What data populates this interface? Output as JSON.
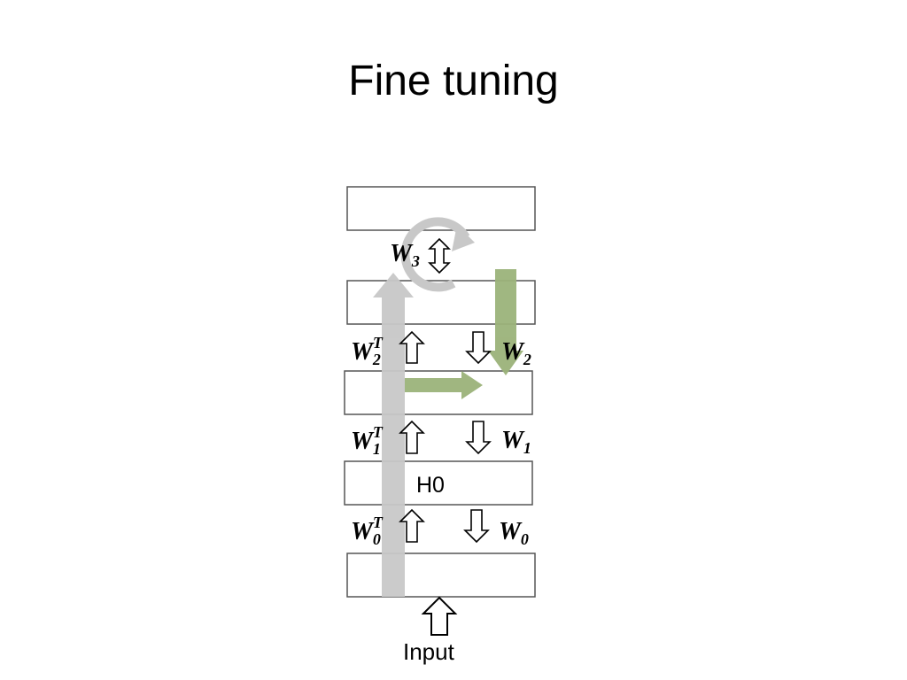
{
  "slide": {
    "title": "Fine tuning"
  },
  "diagram": {
    "layers": [
      {
        "id": "layer-4",
        "label": ""
      },
      {
        "id": "layer-3",
        "label": ""
      },
      {
        "id": "layer-2",
        "label": ""
      },
      {
        "id": "layer-1",
        "label": "H0"
      },
      {
        "id": "layer-0",
        "label": ""
      }
    ],
    "weights": {
      "w3": {
        "base": "W",
        "sub": "3",
        "sup": ""
      },
      "w2t": {
        "base": "W",
        "sub": "2",
        "sup": "T"
      },
      "w2": {
        "base": "W",
        "sub": "2",
        "sup": ""
      },
      "w1t": {
        "base": "W",
        "sub": "1",
        "sup": "T"
      },
      "w1": {
        "base": "W",
        "sub": "1",
        "sup": ""
      },
      "w0t": {
        "base": "W",
        "sub": "0",
        "sup": "T"
      },
      "w0": {
        "base": "W",
        "sub": "0",
        "sup": ""
      }
    },
    "input_label": "Input",
    "colors": {
      "forward_arrow": "#c8c8c8",
      "backprop_arrow": "#9bb37a",
      "box_stroke": "#555555"
    },
    "icons": [
      "up-outline-arrow-icon",
      "down-outline-arrow-icon",
      "updown-outline-arrow-icon",
      "circular-arrow-icon"
    ]
  }
}
